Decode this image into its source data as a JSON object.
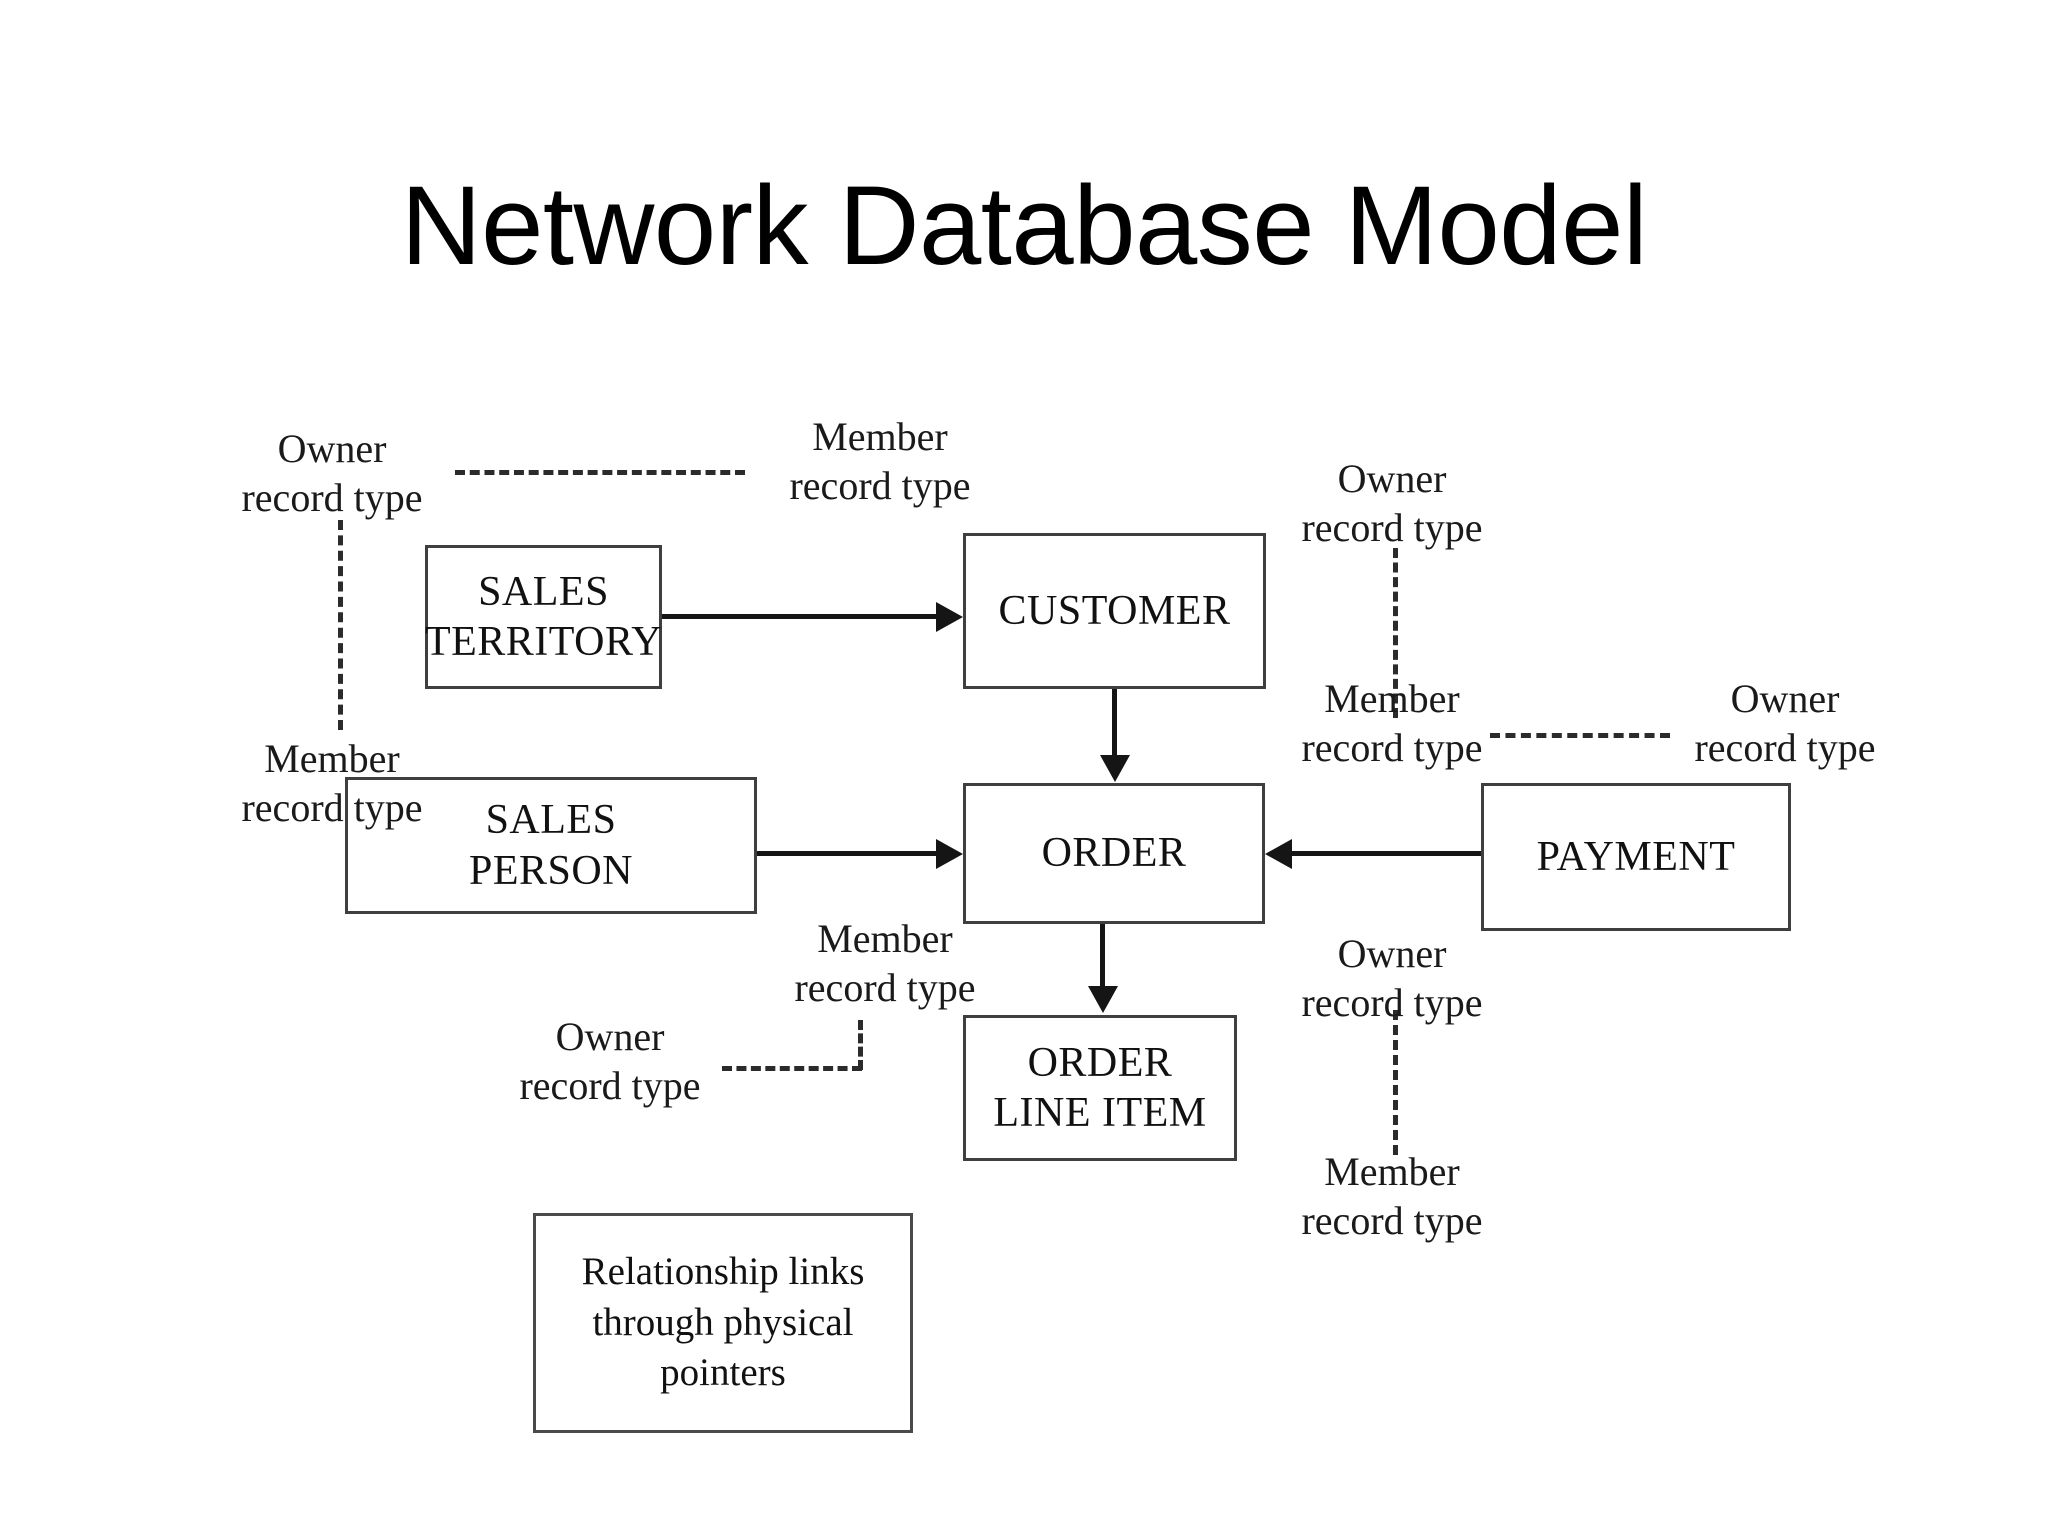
{
  "slide": {
    "title": "Network Database Model",
    "background_color": "#ffffff",
    "text_color": "#000000"
  },
  "diagram": {
    "type": "network-database-model",
    "line_color": "#151515",
    "box_border_color": "#3f3f3f",
    "entities": [
      {
        "id": "sales-territory",
        "label": "SALES\nTERRITORY"
      },
      {
        "id": "customer",
        "label": "CUSTOMER"
      },
      {
        "id": "sales-person",
        "label": "SALES\nPERSON"
      },
      {
        "id": "order",
        "label": "ORDER"
      },
      {
        "id": "payment",
        "label": "PAYMENT"
      },
      {
        "id": "order-line-item",
        "label": "ORDER\nLINE ITEM"
      }
    ],
    "legend": {
      "text": "Relationship links\nthrough physical\npointers"
    },
    "annotations": [
      {
        "id": "owner-top-left",
        "text": "Owner\nrecord type"
      },
      {
        "id": "member-top-center",
        "text": "Member\nrecord type"
      },
      {
        "id": "member-mid-left",
        "text": "Member\nrecord type"
      },
      {
        "id": "owner-top-right",
        "text": "Owner\nrecord type"
      },
      {
        "id": "member-mid-right",
        "text": "Member\nrecord type"
      },
      {
        "id": "owner-far-right",
        "text": "Owner\nrecord type"
      },
      {
        "id": "member-lower-center",
        "text": "Member\nrecord type"
      },
      {
        "id": "owner-lower-left",
        "text": "Owner\nrecord type"
      },
      {
        "id": "owner-lower-right",
        "text": "Owner\nrecord type"
      },
      {
        "id": "member-bottom-right",
        "text": "Member\nrecord type"
      }
    ],
    "relationships": [
      {
        "from": "sales-territory",
        "to": "customer",
        "direction": "right"
      },
      {
        "from": "customer",
        "to": "order",
        "direction": "down"
      },
      {
        "from": "sales-person",
        "to": "order",
        "direction": "right"
      },
      {
        "from": "payment",
        "to": "order",
        "direction": "left"
      },
      {
        "from": "order",
        "to": "order-line-item",
        "direction": "down"
      }
    ]
  }
}
